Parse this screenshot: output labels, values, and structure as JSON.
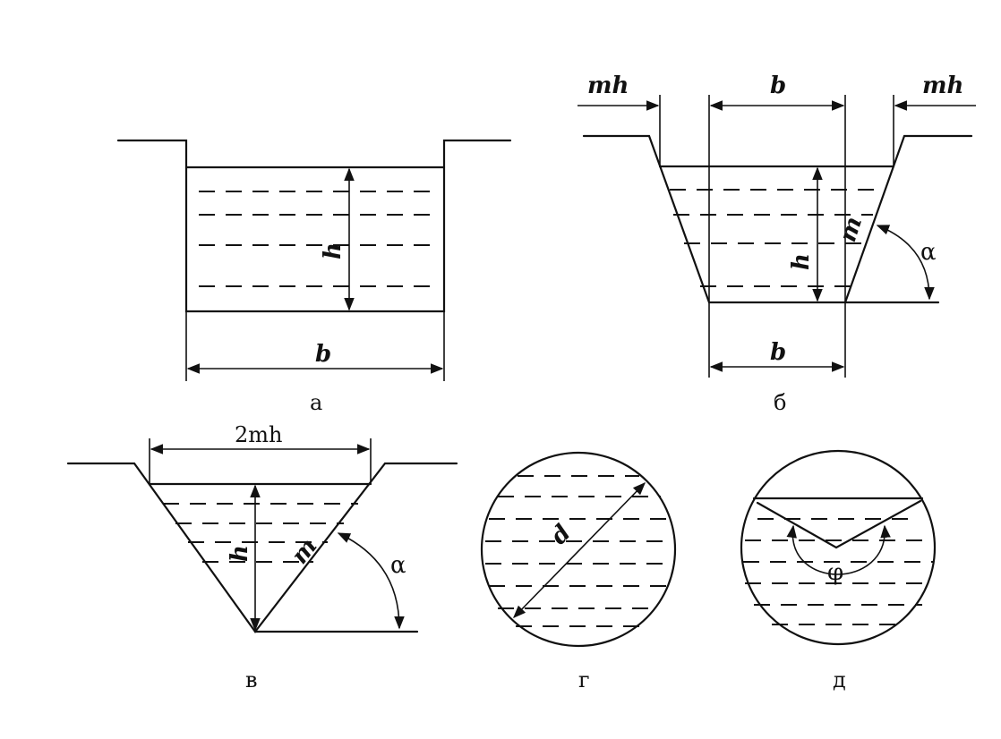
{
  "panels": {
    "a": {
      "caption": "а",
      "h": "h",
      "b": "b"
    },
    "b": {
      "caption": "б",
      "mh_left": "mh",
      "b_top": "b",
      "mh_right": "mh",
      "h": "h",
      "m": "m",
      "alpha": "α",
      "b_bottom": "b"
    },
    "v": {
      "caption": "в",
      "top": "2mh",
      "h": "h",
      "m": "m",
      "alpha": "α"
    },
    "g": {
      "caption": "г",
      "d": "d"
    },
    "d": {
      "caption": "д",
      "phi": "φ"
    }
  }
}
